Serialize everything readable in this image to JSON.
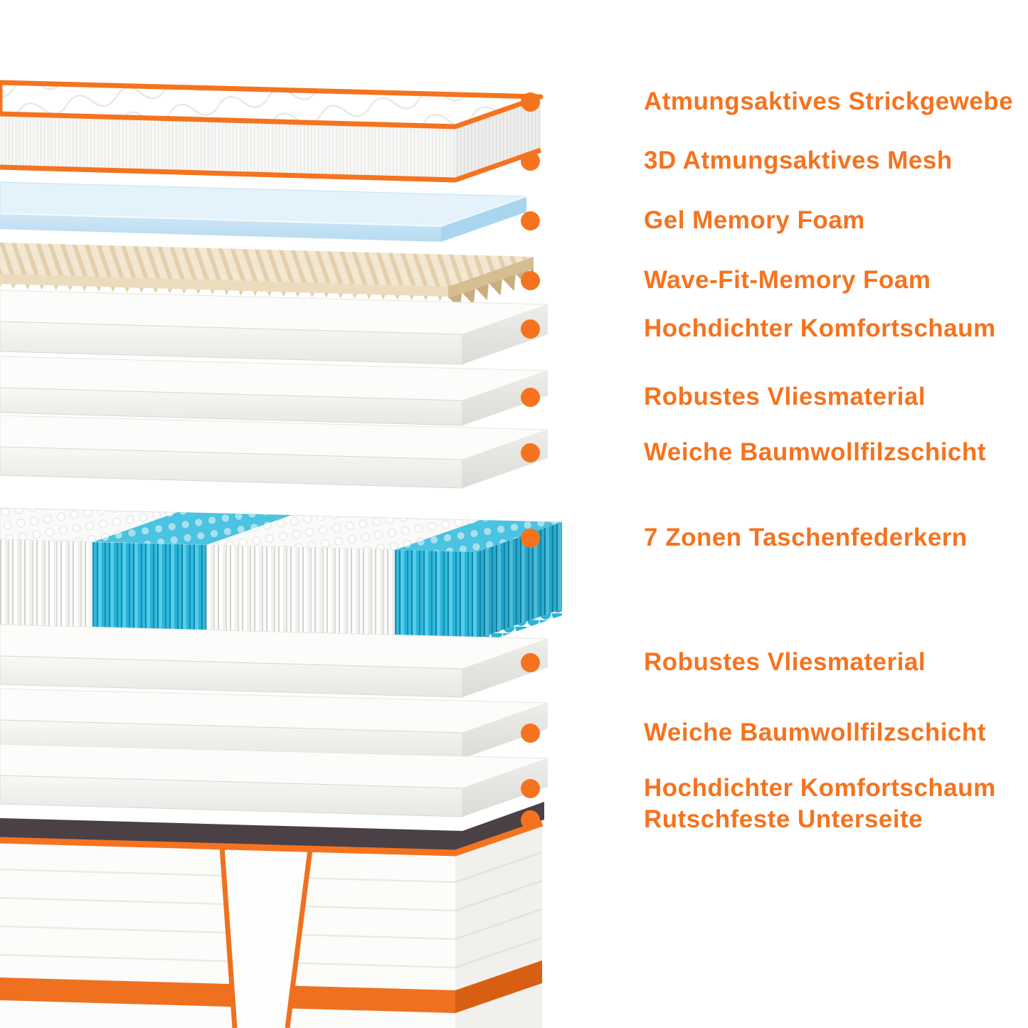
{
  "diagram": {
    "callouts": [
      {
        "label": "Atmungsaktives Strickgewebe"
      },
      {
        "label": "3D Atmungsaktives Mesh"
      },
      {
        "label": "Gel Memory Foam"
      },
      {
        "label": "Wave-Fit-Memory Foam"
      },
      {
        "label": "Hochdichter Komfortschaum"
      },
      {
        "label": "Robustes Vliesmaterial"
      },
      {
        "label": "Weiche Baumwollfilzschicht"
      },
      {
        "label": "7 Zonen Taschenfederkern"
      },
      {
        "label": "Robustes Vliesmaterial"
      },
      {
        "label": "Weiche Baumwollfilzschicht"
      },
      {
        "label": "Hochdichter Komfortschaum"
      },
      {
        "label": "Rutschfeste Unterseite"
      }
    ],
    "colors": {
      "accent_orange": "#f5731f",
      "band_orange": "#ef7120",
      "spring_teal": "#2cb8da",
      "gel_blue": "#cfe9f7",
      "foam_beige": "#ecd9b8",
      "background": "#ffffff"
    }
  }
}
